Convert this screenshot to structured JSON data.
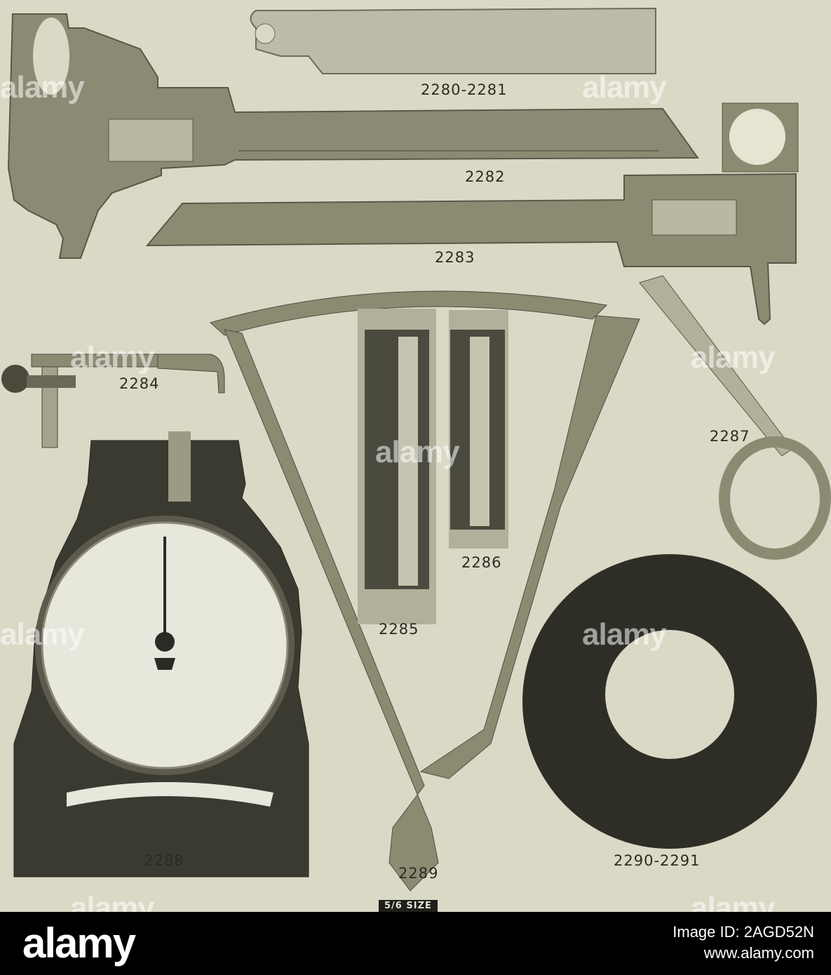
{
  "photo": {
    "background": "#d9d9c6",
    "tool_color": "#8d8a72",
    "dark_color": "#3a3a30"
  },
  "labels": {
    "l2280": "2280-2281",
    "l2282": "2282",
    "l2283": "2283",
    "l2284": "2284",
    "l2285": "2285",
    "l2286": "2286",
    "l2287": "2287",
    "l2288": "2288",
    "l2289": "2289",
    "l2290": "2290-2291",
    "size": "5/6 SIZE"
  },
  "watermark": {
    "text": "alamy"
  },
  "footer": {
    "logo": "alamy",
    "image_id": "Image ID: 2AGD52N",
    "url": "www.alamy.com"
  }
}
